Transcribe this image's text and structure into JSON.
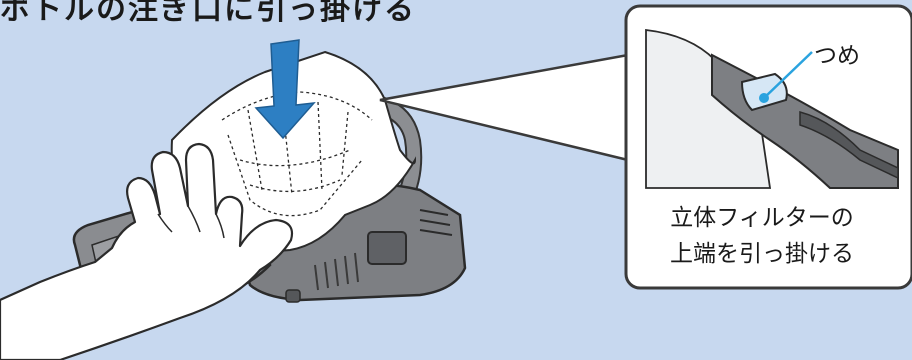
{
  "illustration": {
    "title": "ボトルの注ぎ口に引っ掛ける",
    "callout_label": "つめ",
    "caption_line1": "立体フィルターの",
    "caption_line2": "上端を引っ掛ける"
  },
  "colors": {
    "background": "#c7d8ef",
    "arrow": "#2d7fc3",
    "leader_line": "#2aa3df",
    "device_body": "#7d7f83",
    "device_dark": "#55575a",
    "callout_border": "#3a3a3a",
    "callout_fill": "#ffffff"
  },
  "icons": {
    "arrow": "down-arrow-icon",
    "hand": "hand-icon"
  }
}
